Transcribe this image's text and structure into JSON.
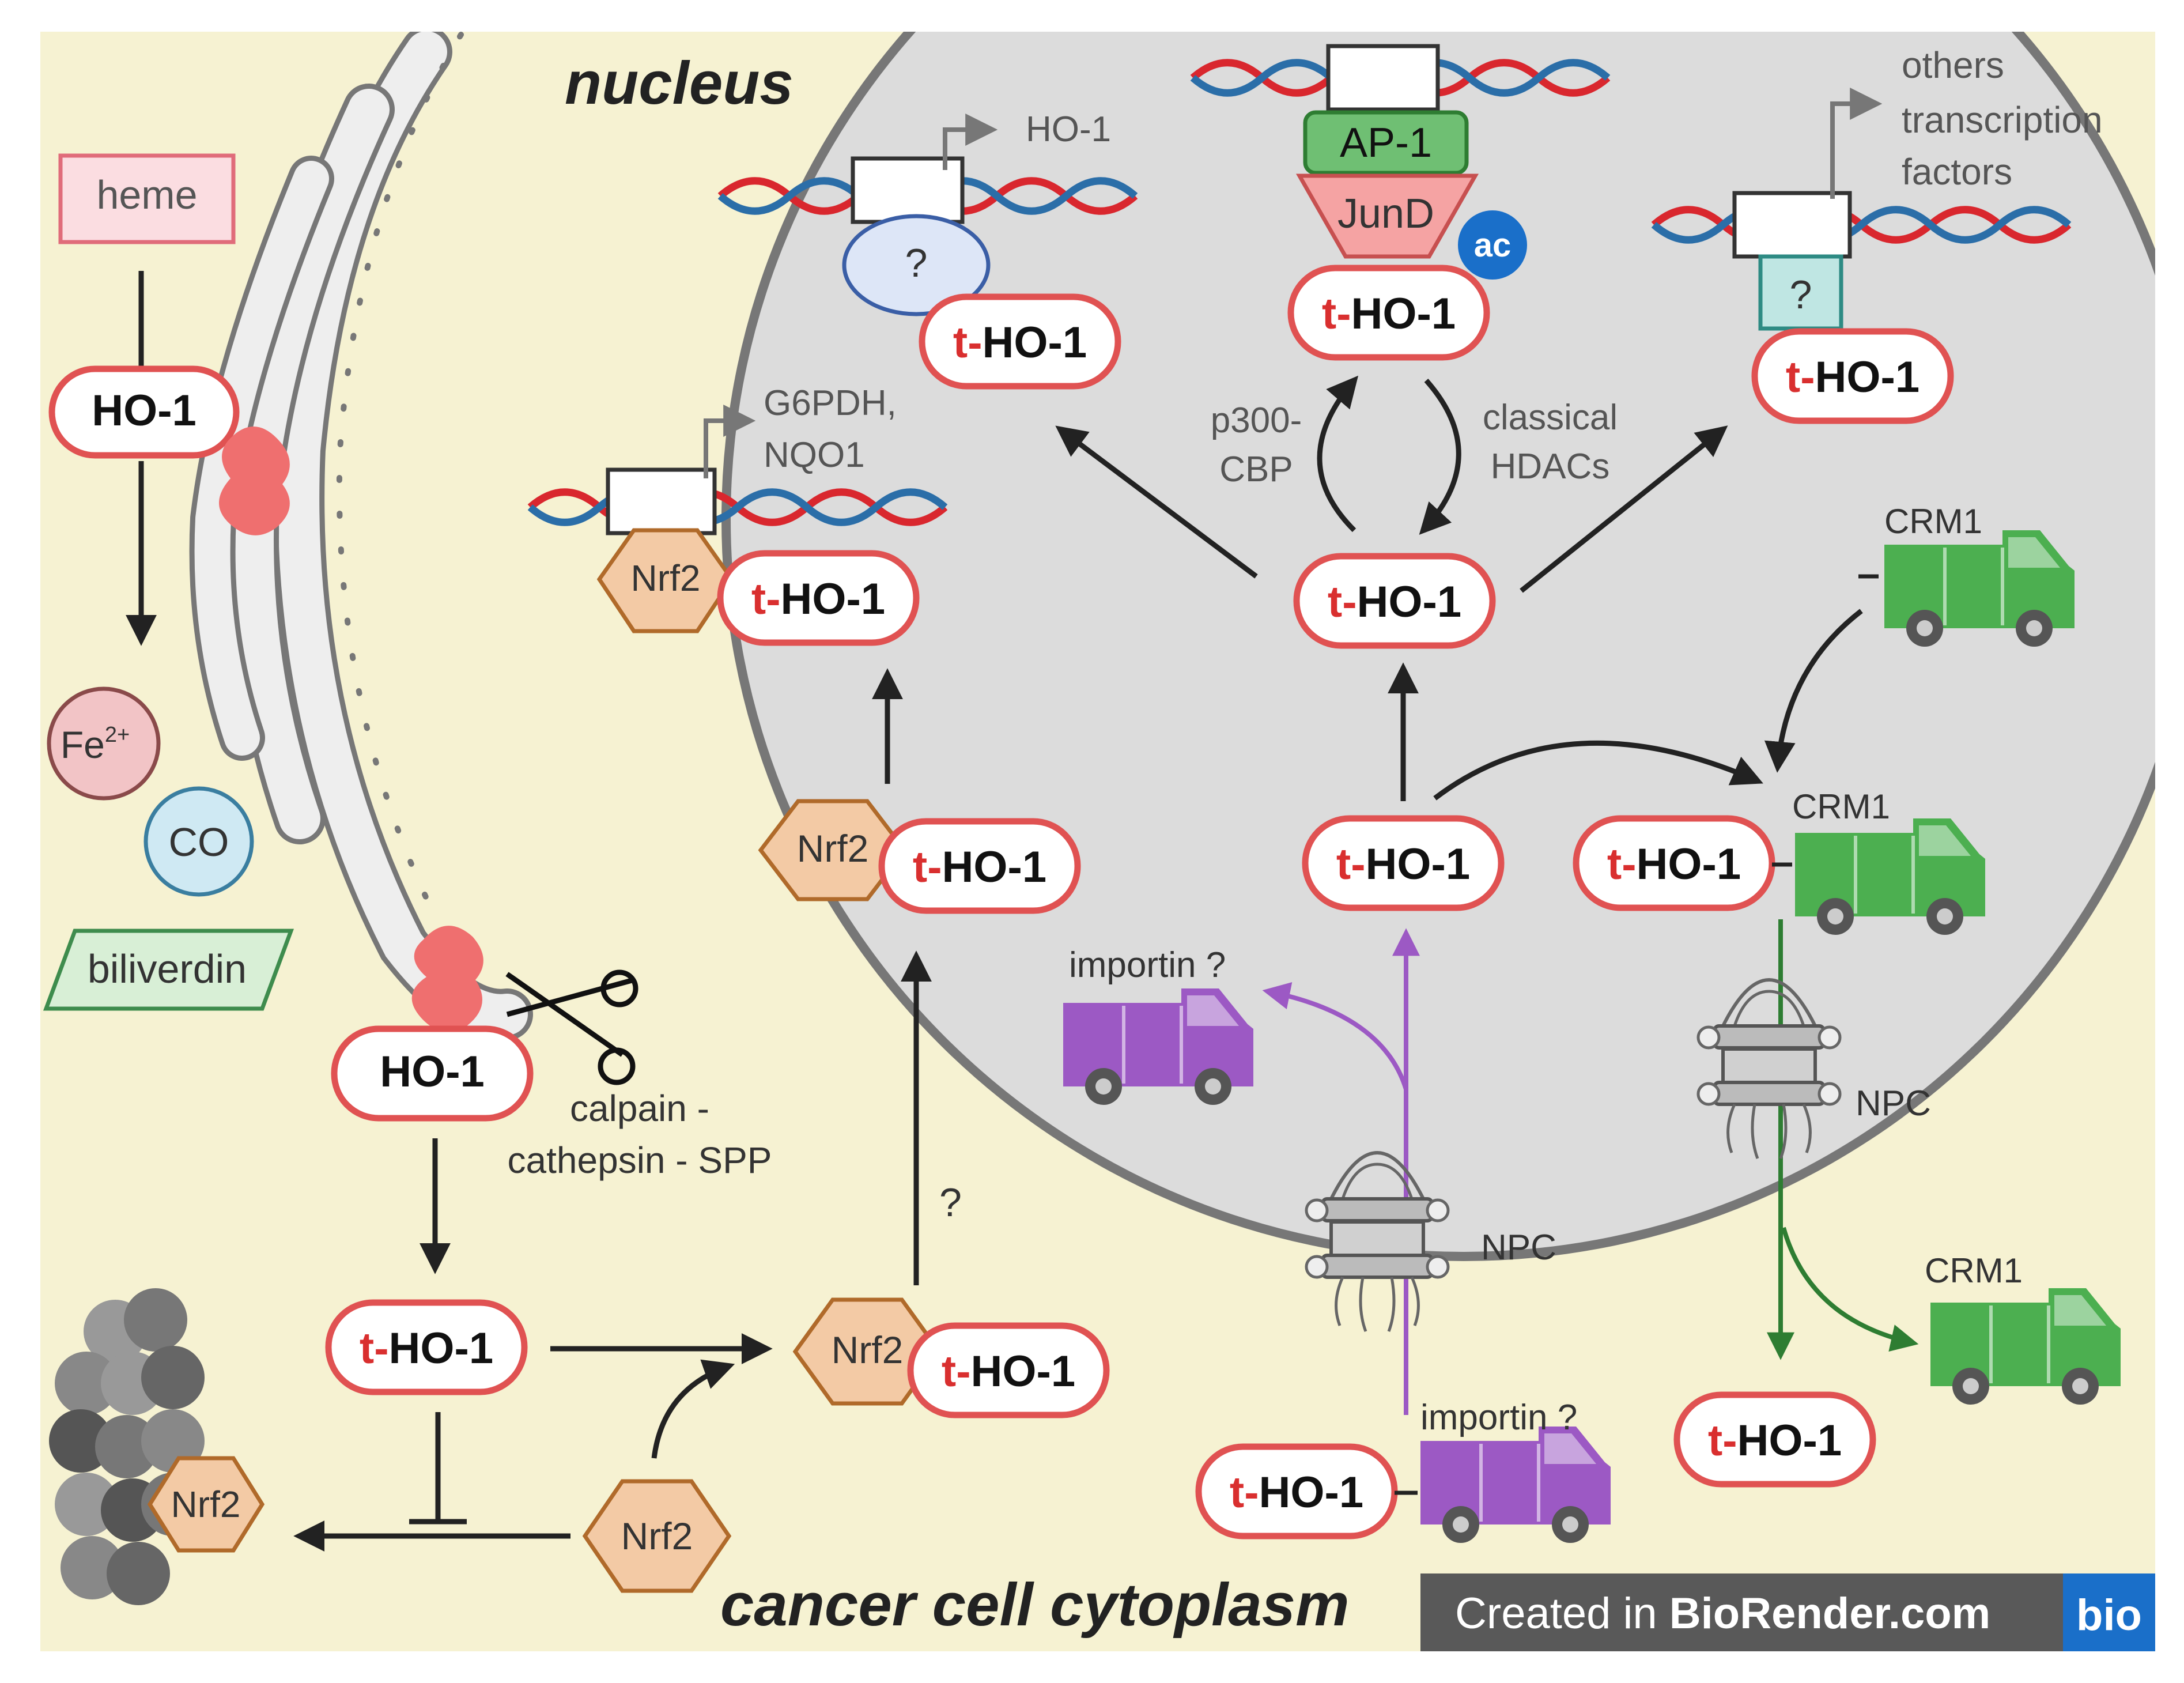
{
  "labels": {
    "nucleus": "nucleus",
    "cytoplasm": "cancer cell cytoplasm",
    "heme": "heme",
    "ho1": "HO-1",
    "fe": "Fe",
    "fe_sup": "2+",
    "co": "CO",
    "biliverdin": "biliverdin",
    "t_prefix": "t-",
    "nrf2": "Nrf2",
    "question": "?",
    "calpain_line1": "calpain -",
    "calpain_line2": "cathepsin - SPP",
    "importin": "importin ?",
    "npc": "NPC",
    "crm1": "CRM1",
    "ap1": "AP-1",
    "jund": "JunD",
    "ac": "ac",
    "p300_line1": "p300-",
    "p300_line2": "CBP",
    "hdac_line1": "classical",
    "hdac_line2": "HDACs",
    "gene_ho1": "HO-1",
    "gene_g6pdh_line1": "G6PDH,",
    "gene_g6pdh_line2": "NQO1",
    "tf_line1": "others",
    "tf_line2": "transcription",
    "tf_line3": "factors",
    "credit_prefix": "Created in ",
    "credit_bold": "BioRender.com",
    "credit_logo": "bio"
  },
  "colors": {
    "background": "#f6f2d2",
    "nucleus_fill": "#dcdcdc",
    "nucleus_border": "#777777",
    "ho1_border": "#e05252",
    "t_red": "#d92f2f",
    "nrf2_fill": "#f3caa5",
    "nrf2_border": "#b06a2a",
    "crm1_green": "#4caf50",
    "importin_purple": "#9c59c4",
    "dna_red": "#d9272e",
    "dna_blue": "#2b6ea8"
  }
}
